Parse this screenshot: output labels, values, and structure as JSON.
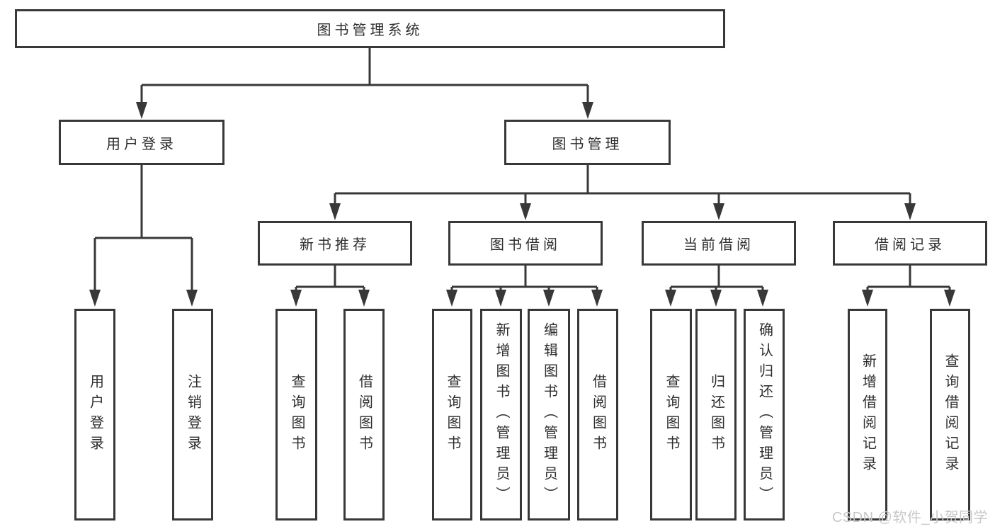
{
  "diagram": {
    "root_label": "图书管理系统",
    "level1": [
      {
        "label": "用户登录"
      },
      {
        "label": "图书管理"
      }
    ],
    "level2": [
      {
        "label": "新书推荐"
      },
      {
        "label": "图书借阅"
      },
      {
        "label": "当前借阅"
      },
      {
        "label": "借阅记录"
      }
    ],
    "leaves": {
      "user_login": [
        "用户登录",
        "注销登录"
      ],
      "new_book_recommendation": [
        "查询图书",
        "借阅图书"
      ],
      "book_borrowing": [
        "查询图书",
        "新增图书（管理员）",
        "编辑图书（管理员）",
        "借阅图书"
      ],
      "current_borrowing": [
        "查询图书",
        "归还图书",
        "确认归还（管理员）"
      ],
      "borrowing_records": [
        "新增借阅记录",
        "查询借阅记录"
      ]
    }
  },
  "watermark": "CSDN @软件_小贺同学",
  "colors": {
    "line": "#383838",
    "box_border": "#383838",
    "text": "#2e2e2e",
    "watermark": "#c8c8c8",
    "background": "#ffffff"
  }
}
